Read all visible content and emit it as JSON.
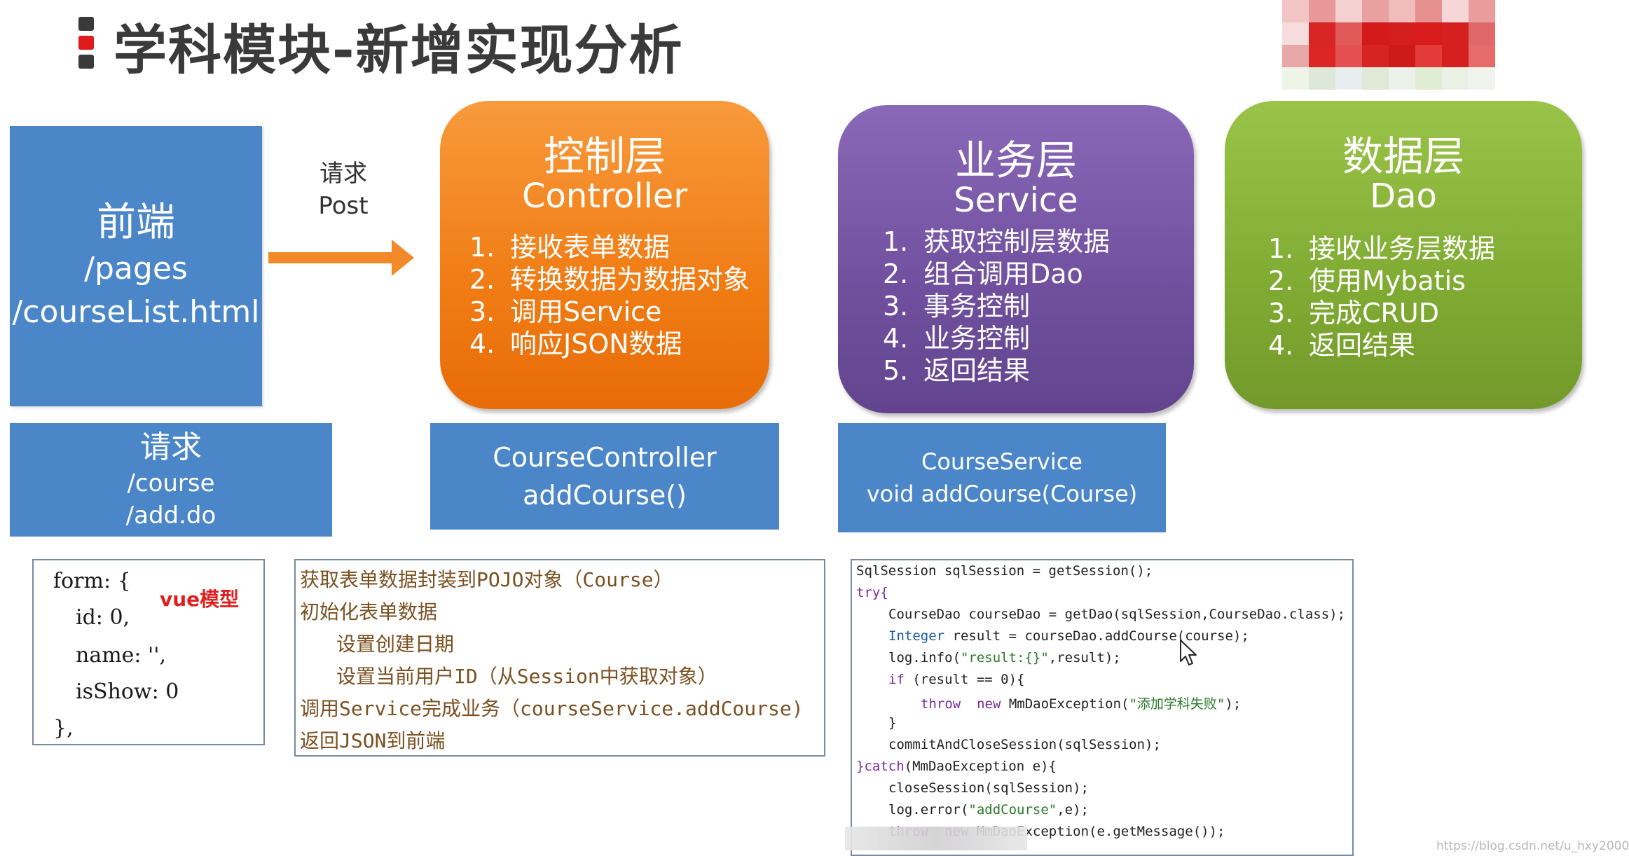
{
  "title": "学科模块-新增实现分析",
  "colors": {
    "blue": "#4a86c8",
    "orange": "#f07c14",
    "purple": "#70509e",
    "green": "#80ab33",
    "title_mark_red": "#e01b1b",
    "title_mark_dark": "#3a3a3a"
  },
  "frontend": {
    "line1": "前端",
    "line2": "/pages",
    "line3": "/courseList.html"
  },
  "request_arrow": {
    "line1": "请求",
    "line2": "Post"
  },
  "controller": {
    "title_zh": "控制层",
    "title_en": "Controller",
    "items": [
      "接收表单数据",
      "转换数据为数据对象",
      "调用Service",
      "响应JSON数据"
    ]
  },
  "service": {
    "title_zh": "业务层",
    "title_en": "Service",
    "items": [
      "获取控制层数据",
      "组合调用Dao",
      "事务控制",
      "业务控制",
      "返回结果"
    ]
  },
  "dao": {
    "title_zh": "数据层",
    "title_en": "Dao",
    "items": [
      "接收业务层数据",
      "使用Mybatis",
      "完成CRUD",
      "返回结果"
    ]
  },
  "request_box": {
    "line1": "请求",
    "line2": "/course",
    "line3": "/add.do"
  },
  "controller_box": {
    "line1": "CourseController",
    "line2": "addCourse()"
  },
  "service_box": {
    "line1": "CourseService",
    "line2": "void addCourse(Course)"
  },
  "form_code": {
    "tag": "vue模型",
    "lines": [
      "form: {",
      "id: 0,",
      "name: '',",
      "isShow: 0",
      "},"
    ]
  },
  "notes": [
    "获取表单数据封装到POJO对象（Course）",
    "初始化表单数据",
    "设置创建日期",
    "设置当前用户ID（从Session中获取对象）",
    "调用Service完成业务（courseService.addCourse)",
    "返回JSON到前端"
  ],
  "code": {
    "l1": "SqlSession sqlSession = getSession();",
    "l2_kw": "try{",
    "l3": "CourseDao courseDao = getDao(sqlSession,CourseDao.class);",
    "l4_cls": "Integer",
    "l4_rest": " result = courseDao.addCourse(course);",
    "l5_a": "log.info(",
    "l5_str": "\"result:{}\"",
    "l5_b": ",result);",
    "l6_kw": "if",
    "l6_rest": " (result == 0){",
    "l7_kw1": "throw",
    "l7_kw2": "new",
    "l7_a": " MmDaoException(",
    "l7_str": "\"添加学科失败\"",
    "l7_b": ");",
    "l8": "}",
    "l9": "commitAndCloseSession(sqlSession);",
    "l10_kw": "}catch",
    "l10_rest": "(MmDaoException e){",
    "l11": "closeSession(sqlSession);",
    "l12_a": "log.error(",
    "l12_str": "\"addCourse\"",
    "l12_b": ",e);",
    "l13_kw1": "throw",
    "l13_kw2": "new",
    "l13_rest": " MmDaoException(e.getMessage());"
  },
  "watermark": "https://blog.csdn.net/u_hxy2000",
  "icons": {
    "arrow": "right-arrow-icon",
    "cursor": "mouse-cursor-icon"
  }
}
